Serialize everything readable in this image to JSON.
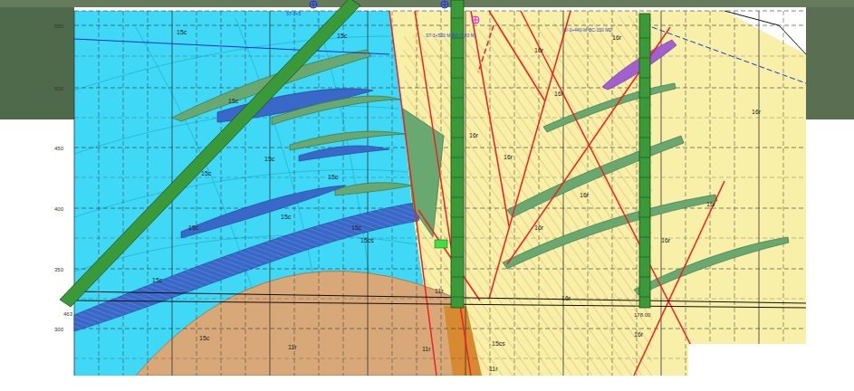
{
  "diagram": {
    "labels": [
      "550",
      "500",
      "450",
      "400",
      "350",
      "300",
      "15c",
      "15c",
      "15c",
      "15c",
      "15c",
      "15c",
      "15c",
      "15c",
      "15c",
      "15c",
      "15c",
      "16r",
      "16r",
      "16r",
      "16r",
      "16r",
      "16r",
      "16r",
      "16r",
      "16r",
      "16r",
      "16r",
      "16r",
      "11r",
      "11r",
      "11r",
      "11r",
      "15cs",
      "15cs",
      "ST-3+520 M-BA (7.83 M)",
      "SI-3+440-M-BC-150 MD",
      "ST-3+5",
      "463",
      "178.00"
    ]
  }
}
